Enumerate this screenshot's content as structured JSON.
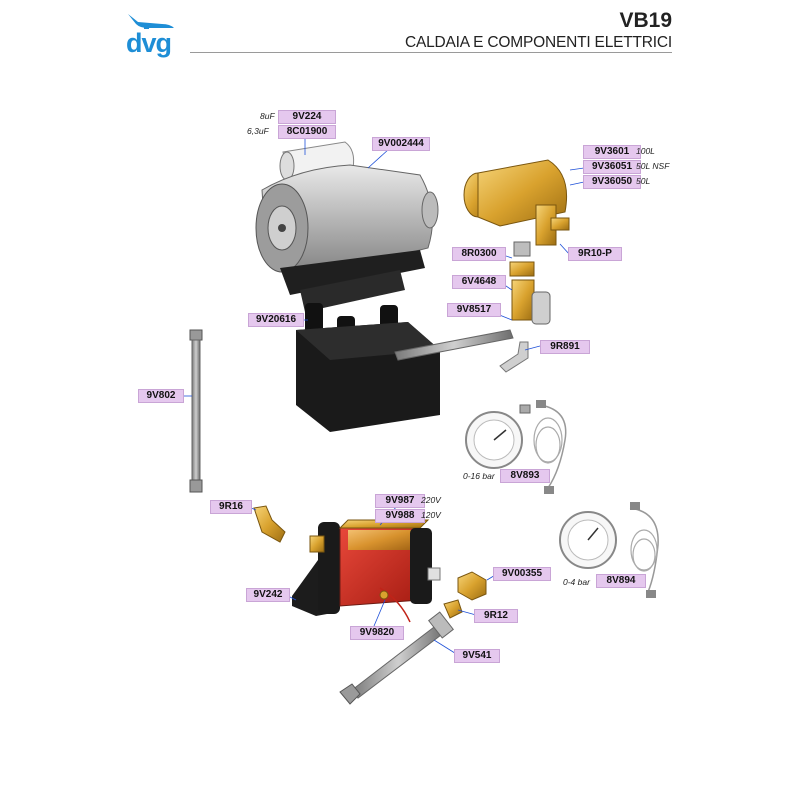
{
  "header": {
    "brand": "dvg",
    "model": "VB19",
    "title": "CALDAIA E COMPONENTI ELETTRICI"
  },
  "parts": [
    {
      "code": "9V224",
      "note": "8uF"
    },
    {
      "code": "8C01900",
      "note": "6,3uF"
    },
    {
      "code": "9V002444",
      "note": ""
    },
    {
      "code": "9V3601",
      "note": "100L"
    },
    {
      "code": "9V36051",
      "note": "50L NSF"
    },
    {
      "code": "9V36050",
      "note": "50L"
    },
    {
      "code": "8R0300",
      "note": ""
    },
    {
      "code": "9R10-P",
      "note": ""
    },
    {
      "code": "6V4648",
      "note": ""
    },
    {
      "code": "9V8517",
      "note": ""
    },
    {
      "code": "9V20616",
      "note": ""
    },
    {
      "code": "9R891",
      "note": ""
    },
    {
      "code": "9V802",
      "note": ""
    },
    {
      "code": "8V893",
      "note": "0-16 bar"
    },
    {
      "code": "9V987",
      "note": "220V"
    },
    {
      "code": "9V988",
      "note": "120V"
    },
    {
      "code": "9R16",
      "note": ""
    },
    {
      "code": "9V00355",
      "note": ""
    },
    {
      "code": "8V894",
      "note": "0-4 bar"
    },
    {
      "code": "9V242",
      "note": ""
    },
    {
      "code": "9R12",
      "note": ""
    },
    {
      "code": "9V9820",
      "note": ""
    },
    {
      "code": "9V541",
      "note": ""
    }
  ]
}
